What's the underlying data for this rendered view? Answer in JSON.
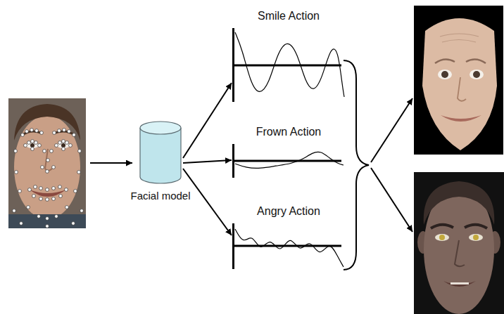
{
  "diagram": {
    "nodes": [
      {
        "text": [
          "Facial model"
        ]
      },
      {
        "text": [
          "Smile Action"
        ]
      },
      {
        "text": [
          "Frown Action"
        ]
      },
      {
        "text": [
          "Angry Action"
        ]
      }
    ],
    "edges": [
      {
        "from": 0,
        "to": 1,
        "arrow": "to"
      },
      {
        "from": 0,
        "to": 2,
        "arrow": "to"
      },
      {
        "from": 0,
        "to": 3,
        "arrow": "to"
      }
    ]
  }
}
